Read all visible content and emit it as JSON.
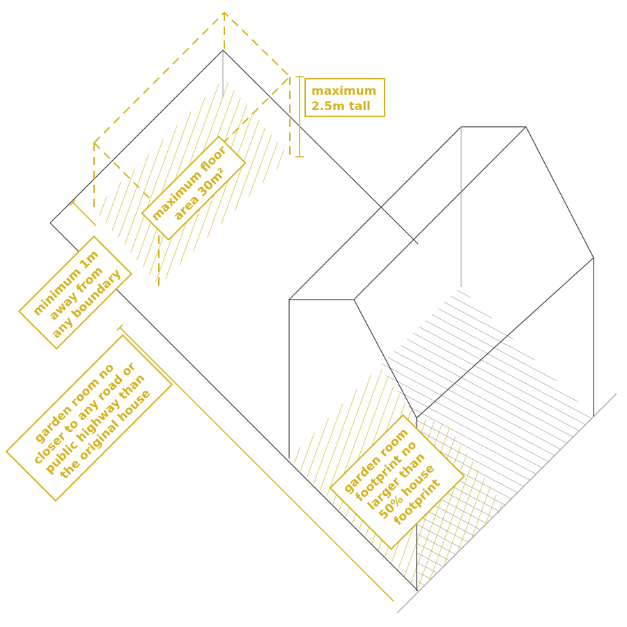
{
  "colors": {
    "accent": "#d4b21c",
    "line": "#3a3a3a",
    "light_line": "#9a9a9a",
    "background": "#ffffff"
  },
  "labels": {
    "max_height": [
      "maximum",
      "2.5m tall"
    ],
    "max_floor_area": [
      "maximum floor",
      "area 30m²"
    ],
    "min_distance": [
      "minimum 1m",
      "away from",
      "any boundary"
    ],
    "road_rule": [
      "garden room no",
      "closer to any road or",
      "public highway than",
      "the original house"
    ],
    "footprint_rule": [
      "garden room",
      "footprint no",
      "larger than",
      "50% house",
      "footprint"
    ]
  }
}
